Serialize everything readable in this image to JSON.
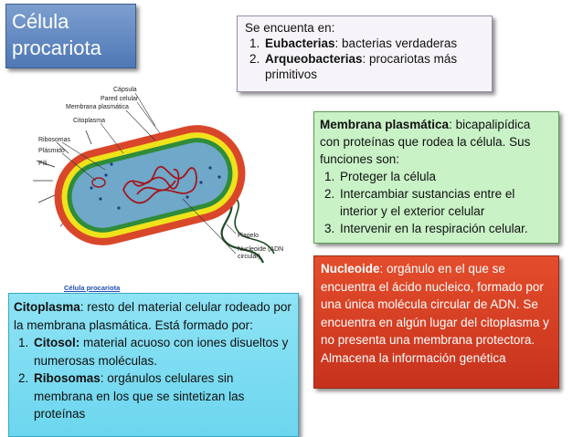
{
  "title": {
    "line1": "Célula",
    "line2": "procariota"
  },
  "found_in": {
    "heading": "Se encuenta en:",
    "items": [
      {
        "term": "Eubacterias",
        "desc": ": bacterias verdaderas"
      },
      {
        "term": "Arqueobacterias",
        "desc": ": procariotas más primitivos"
      }
    ]
  },
  "membrane": {
    "term": "Membrana plasmática",
    "intro": ": bicapalipídica con proteínas que rodea la célula. Sus funciones son:",
    "items": [
      "Proteger la célula",
      "Intercambiar sustancias entre el interior y el exterior celular",
      "Intervenir en la respiración celular."
    ]
  },
  "nucleoid": {
    "term": "Nucleoide",
    "text": ": orgánulo en el que se encuentra el ácido nucleico, formado por una única molécula circular de ADN. Se encuentra en algún lugar del citoplasma y no presenta una membrana protectora. Almacena la información genética"
  },
  "cytoplasm": {
    "term": "Citoplasma",
    "intro": ": resto del material celular rodeado por la membrana plasmática. Está formado por:",
    "items": [
      {
        "term": "Citosol:",
        "desc": " material acuoso con iones disueltos y numerosas moléculas."
      },
      {
        "term": "Ribosomas",
        "desc": ": orgánulos celulares sin membrana en los que se sintetizan las proteínas"
      }
    ]
  },
  "diagram": {
    "caption": "Célula procariota",
    "labels": {
      "capsule": "Cápsula",
      "cell_wall": "Pared celular",
      "membrane": "Membrana plasmática",
      "cytoplasm": "Citoplasma",
      "ribosomes": "Ribosomas",
      "plasmid": "Plásmido",
      "pili": "Pili",
      "flagellum": "Flagelo",
      "nucleoid_line1": "Nucleoide (ADN",
      "nucleoid_line2": "circular)"
    }
  },
  "colors": {
    "title_bg": "#4e78b5",
    "found_bg": "#f7f4f9",
    "membrane_bg": "#c9f2c7",
    "nucleoid_bg": "#d63e22",
    "cytoplasm_bg": "#7adbf1",
    "capsule": "#d9472b",
    "wall": "#f0e21a",
    "plasma_membrane": "#2f8c3a",
    "cytoplasm_fill": "#6fa8c9",
    "dna": "#a3171f"
  }
}
